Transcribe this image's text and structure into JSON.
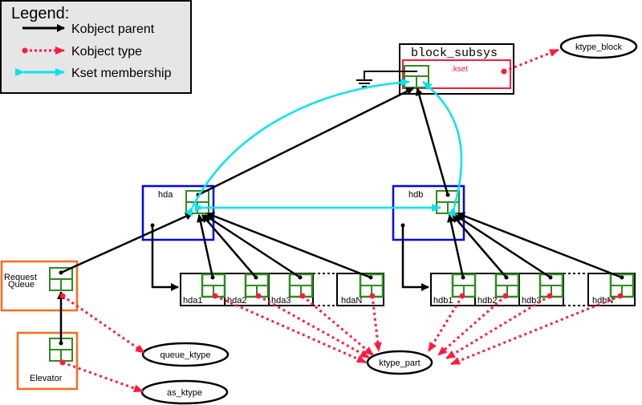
{
  "legend": {
    "title": "Legend:",
    "items": [
      {
        "label": "Kobject parent",
        "color": "#000000",
        "style": "solid-arrow"
      },
      {
        "label": "Kobject type",
        "color": "#ff1a3c",
        "style": "dotted-arrow"
      },
      {
        "label": "Kset membership",
        "color": "#00ffff",
        "style": "double-arrow"
      }
    ]
  },
  "colors": {
    "kobject": "#2e8b1f",
    "kset": "#ff1a3c",
    "disk": "#0000ff",
    "queue": "#ff6a1a",
    "parent": "#000000",
    "membership": "#00e5ee"
  },
  "nodes": {
    "block_subsys": {
      "title": "block_subsys",
      "kset_label": ".kset"
    },
    "hda": {
      "label": "hda"
    },
    "hdb": {
      "label": "hdb"
    },
    "request_queue": {
      "label_line1": "Request",
      "label_line2": "Queue"
    },
    "elevator": {
      "label": "Elevator"
    },
    "hda_parts": [
      "hda1",
      "hda2",
      "hda3",
      "hdaN"
    ],
    "hdb_parts": [
      "hdb1",
      "hdb2",
      "hdb3",
      "hdbN"
    ]
  },
  "ktypes": {
    "ktype_block": "ktype_block",
    "ktype_part": "ktype_part",
    "queue_ktype": "queue_ktype",
    "as_ktype": "as_ktype"
  }
}
